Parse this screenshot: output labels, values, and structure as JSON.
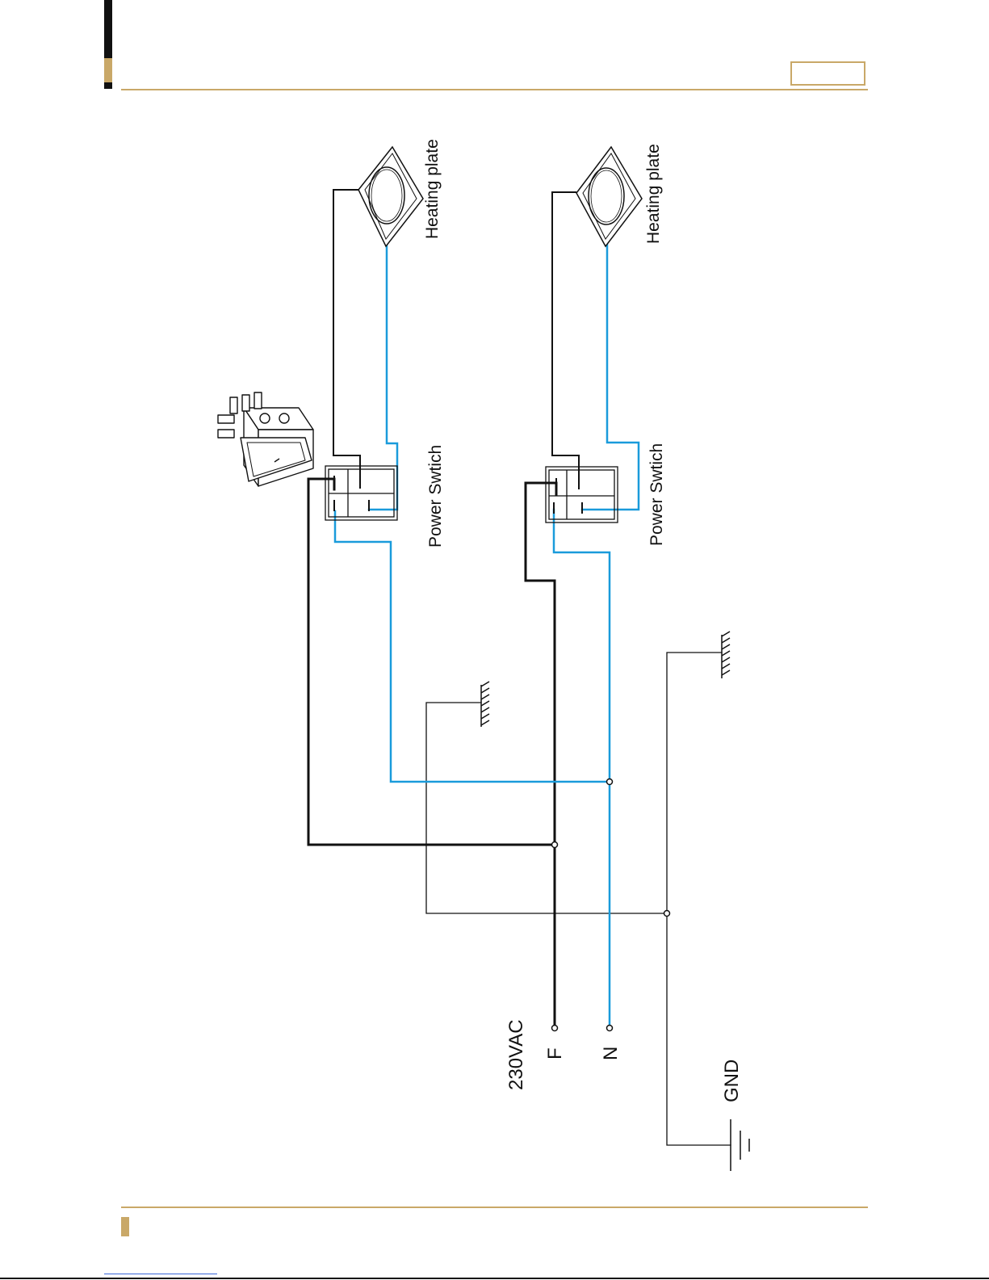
{
  "labels": {
    "heating_plate_1": "Heating plate",
    "heating_plate_2": "Heating plate",
    "power_switch_1": "Power Swtich",
    "power_switch_2": "Power Swtich",
    "supply": "230VAC",
    "phase": "F",
    "neutral": "N",
    "ground": "GND"
  },
  "colors": {
    "accent": "#c9a868",
    "line_wire": "#111111",
    "neutral_wire": "#1a9bdb"
  }
}
